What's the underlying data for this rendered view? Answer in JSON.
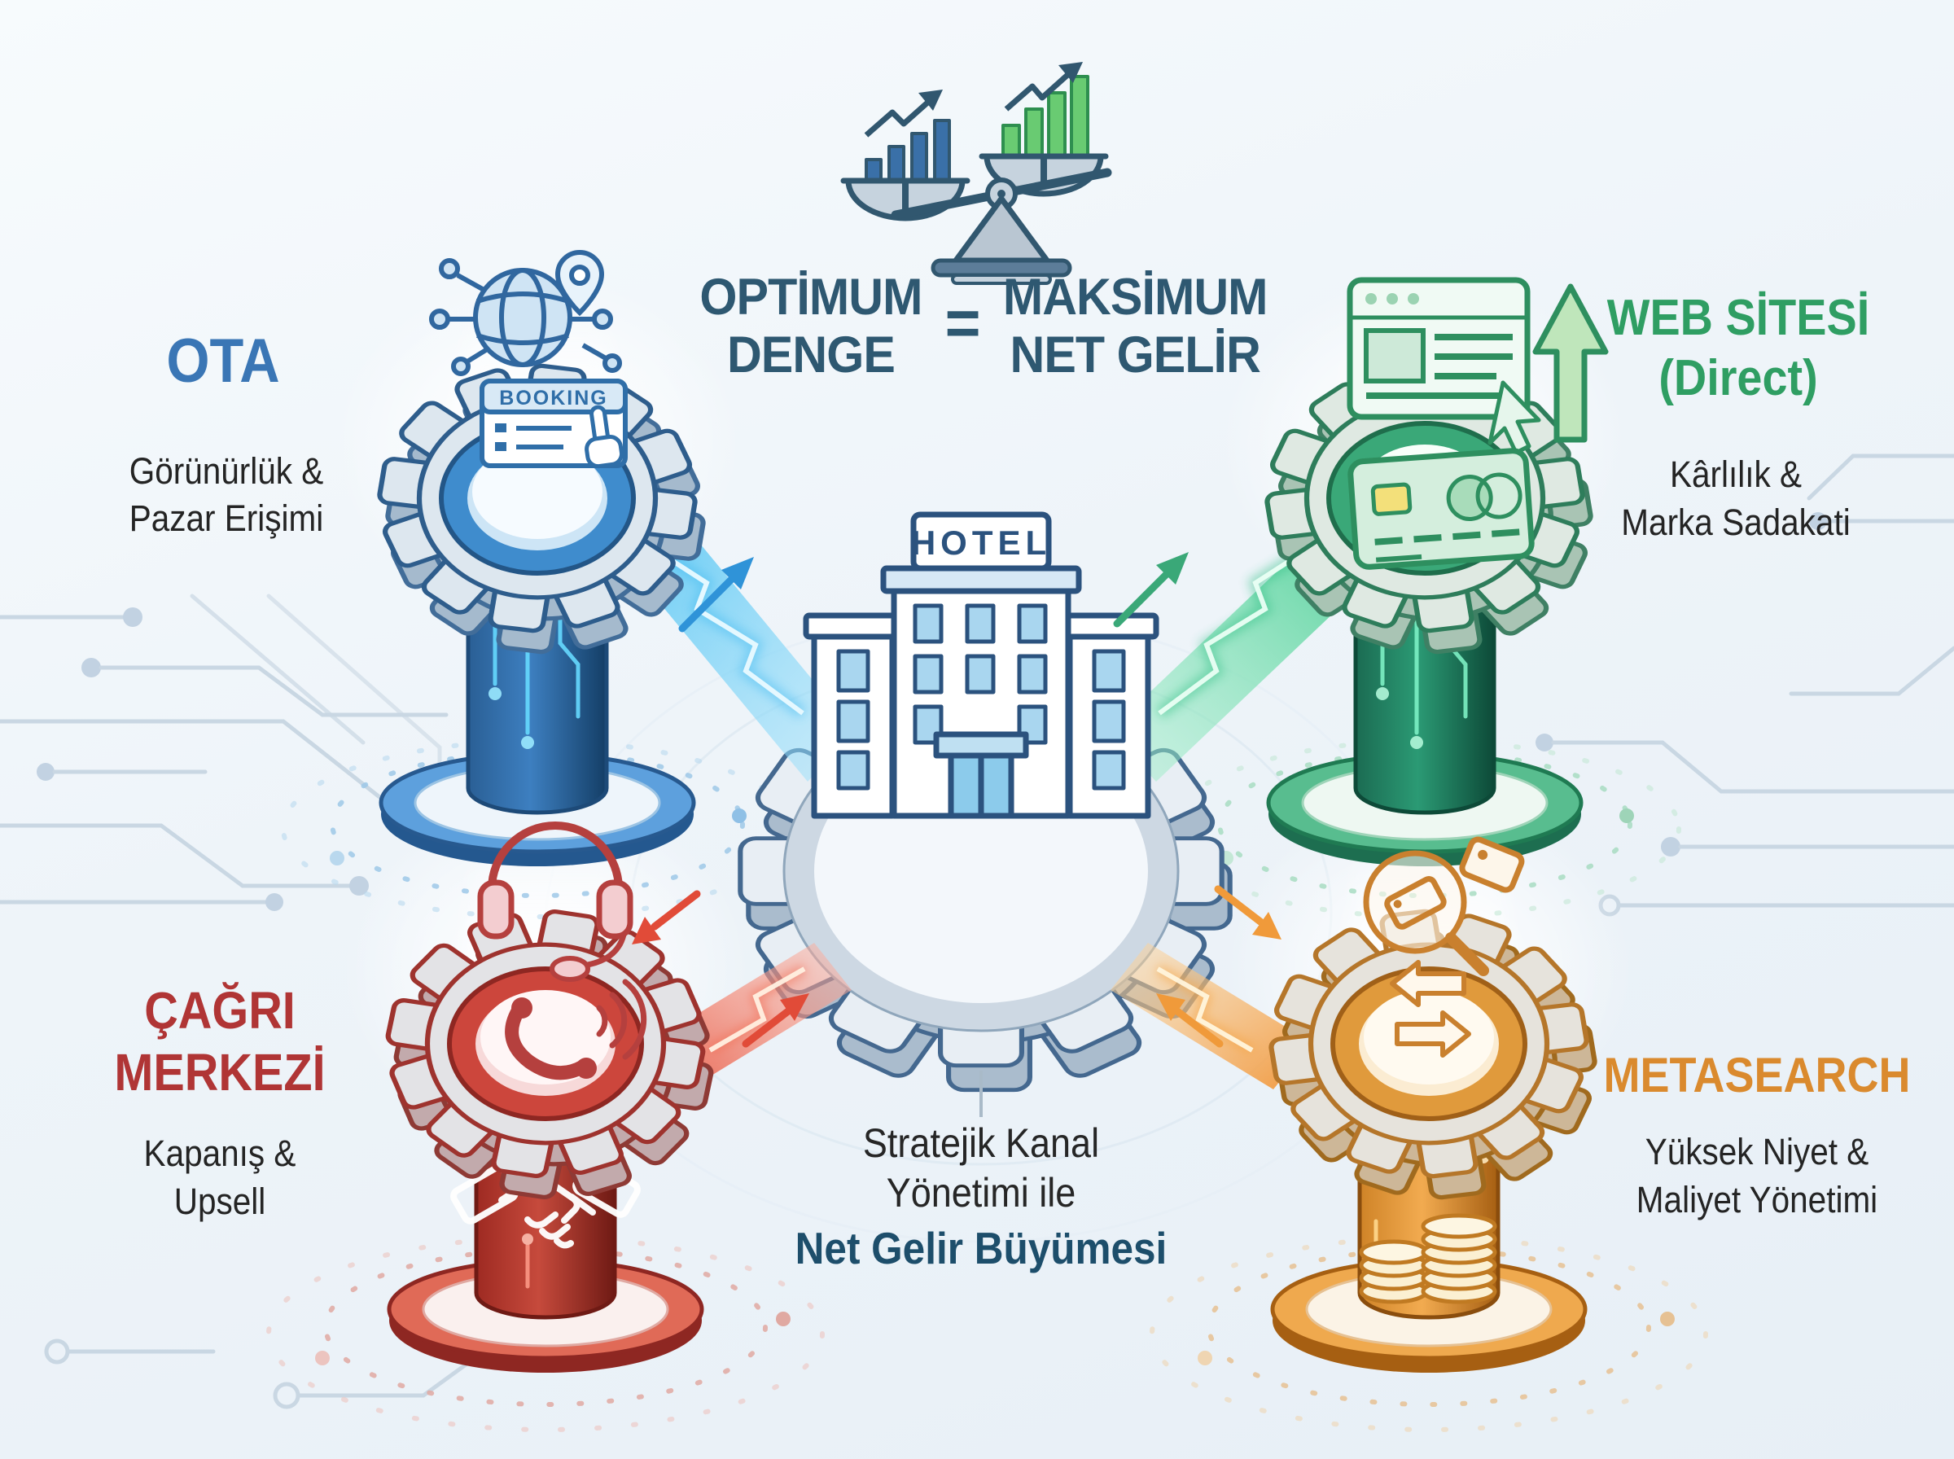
{
  "equation": {
    "left_line1": "OPTİMUM",
    "left_line2": "DENGE",
    "equals_sign": "=",
    "right_line1": "MAKSİMUM",
    "right_line2": "NET GELİR"
  },
  "hotel": {
    "sign": "HOTEL"
  },
  "center_caption": {
    "line1": "Stratejik Kanal",
    "line2": "Yönetimi ile",
    "line3": "Net Gelir Büyümesi"
  },
  "channels": {
    "ota": {
      "title": "OTA",
      "benefit_line1": "Görünürlük &",
      "benefit_line2": "Pazar Erişimi",
      "accent": "#3a76b5",
      "card_label": "BOOKING"
    },
    "website": {
      "title_line1": "WEB SİTESİ",
      "title_line2": "(Direct)",
      "benefit_line1": "Kârlılık &",
      "benefit_line2": "Marka Sadakati",
      "accent": "#2f9e63"
    },
    "call_center": {
      "title_line1": "ÇAĞRI",
      "title_line2": "MERKEZİ",
      "benefit_line1": "Kapanış &",
      "benefit_line2": "Upsell",
      "accent": "#b03535"
    },
    "metasearch": {
      "title": "METASEARCH",
      "benefit_line1": "Yüksek Niyet &",
      "benefit_line2": "Maliyet Yönetimi",
      "accent": "#da8a2e"
    }
  },
  "colors": {
    "headline_navy": "#2e5871",
    "body_text": "#242424",
    "caption_bold_navy": "#1d4e6b",
    "beam_blue": "#59c6f3",
    "beam_green": "#41cb8e",
    "beam_red": "#e85a44",
    "beam_orange": "#f19435",
    "gear_gray": "#dde7ef",
    "background": "#eef4f9"
  },
  "icons": {
    "balance-scale-icon": "seesaw scale weighing two growth charts",
    "growth-chart-blue-icon": "blue bar chart with rising arrow",
    "growth-chart-green-icon": "green bar chart with rising arrow",
    "globe-network-icon": "globe with network nodes",
    "location-pin-icon": "map location pin",
    "booking-card-icon": "booking card clicked by hand cursor",
    "browser-window-icon": "website window with cursor",
    "up-arrow-icon": "upward growth arrow",
    "credit-card-icon": "credit card",
    "headset-icon": "call center headset",
    "phone-signal-icon": "phone handset with signal waves",
    "handshake-icon": "handshake",
    "magnifier-price-tags-icon": "magnifying glass over price tags",
    "exchange-arrows-icon": "two-way exchange arrows",
    "coin-stacks-icon": "stacks of coins",
    "hotel-icon": "hotel building",
    "gear-icon": "isometric gear platform"
  }
}
